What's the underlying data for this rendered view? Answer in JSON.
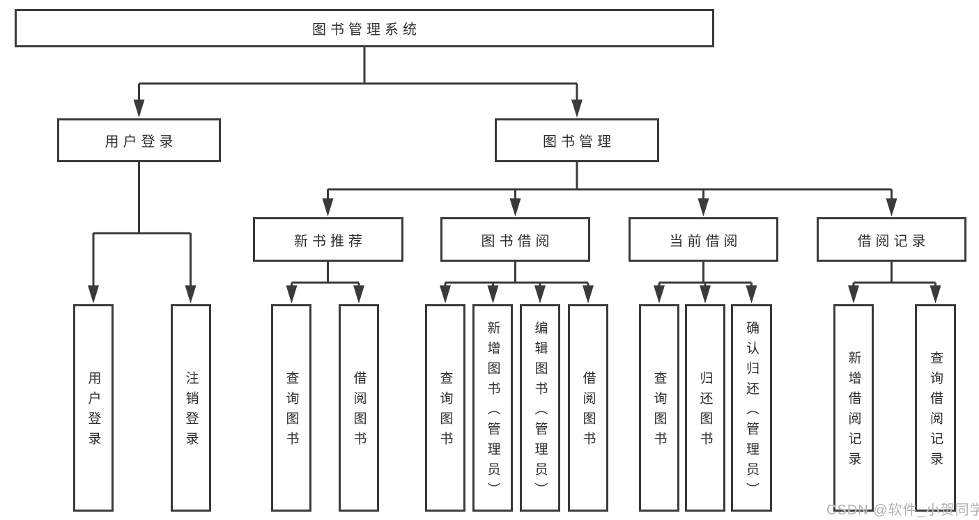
{
  "root": {
    "label": "图书管理系统"
  },
  "level1": [
    {
      "label": "用户登录",
      "leaves": [
        "用户登录",
        "注销登录"
      ]
    },
    {
      "label": "图书管理"
    }
  ],
  "level2": [
    {
      "label": "新书推荐",
      "leaves": [
        "查询图书",
        "借阅图书"
      ]
    },
    {
      "label": "图书借阅",
      "leaves": [
        "查询图书",
        "新增图书（管理员）",
        "编辑图书（管理员）",
        "借阅图书"
      ]
    },
    {
      "label": "当前借阅",
      "leaves": [
        "查询图书",
        "归还图书",
        "确认归还（管理员）"
      ]
    },
    {
      "label": "借阅记录",
      "leaves": [
        "新增借阅记录",
        "查询借阅记录"
      ]
    }
  ],
  "watermark": "CSDN @软件_小贺同学",
  "colors": {
    "line": "#3a3a3a",
    "border": "#3a3a3a",
    "text": "#2d2d2d",
    "watermark_text": "#b3b3b3",
    "background": "#ffffff"
  }
}
